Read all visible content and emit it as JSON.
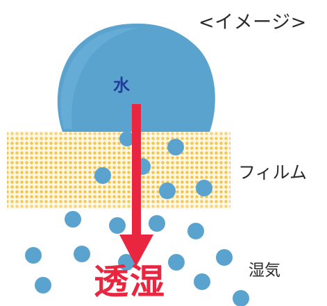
{
  "caption": "<イメージ>",
  "labels": {
    "water": "水",
    "film": "フィルム",
    "moisture": "湿気",
    "permeation": "透湿"
  },
  "colors": {
    "water": "#5ba3cf",
    "water_dark": "#3f86b8",
    "film_dot": "#f0c24a",
    "film_bg": "#fff4d6",
    "arrow": "#e8263f",
    "label_blue": "#1f3d9a"
  },
  "icons": {
    "droplet": "water-droplet-icon",
    "molecule": "water-vapor-molecule-icon",
    "arrow": "arrow-down-icon"
  }
}
